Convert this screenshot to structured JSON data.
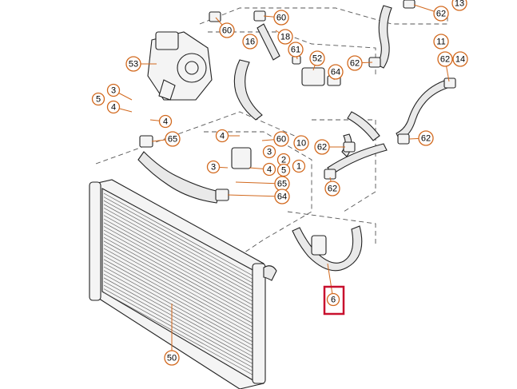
{
  "diagram": {
    "highlight_color": "#c8102e",
    "callout_color": "#d2691e",
    "callouts": [
      {
        "id": "c-13",
        "label": "13"
      },
      {
        "id": "c-60a",
        "label": "60"
      },
      {
        "id": "c-60b",
        "label": "60"
      },
      {
        "id": "c-16",
        "label": "16"
      },
      {
        "id": "c-18",
        "label": "18"
      },
      {
        "id": "c-61",
        "label": "61"
      },
      {
        "id": "c-52",
        "label": "52"
      },
      {
        "id": "c-62a",
        "label": "62"
      },
      {
        "id": "c-62b",
        "label": "62"
      },
      {
        "id": "c-11",
        "label": "11"
      },
      {
        "id": "c-62c",
        "label": "62"
      },
      {
        "id": "c-14",
        "label": "14"
      },
      {
        "id": "c-53",
        "label": "53"
      },
      {
        "id": "c-64a",
        "label": "64"
      },
      {
        "id": "c-3a",
        "label": "3"
      },
      {
        "id": "c-5a",
        "label": "5"
      },
      {
        "id": "c-4a",
        "label": "4"
      },
      {
        "id": "c-4b",
        "label": "4"
      },
      {
        "id": "c-65a",
        "label": "65"
      },
      {
        "id": "c-4c",
        "label": "4"
      },
      {
        "id": "c-60c",
        "label": "60"
      },
      {
        "id": "c-3b",
        "label": "3"
      },
      {
        "id": "c-2",
        "label": "2"
      },
      {
        "id": "c-1",
        "label": "1"
      },
      {
        "id": "c-5b",
        "label": "5"
      },
      {
        "id": "c-3c",
        "label": "3"
      },
      {
        "id": "c-4d",
        "label": "4"
      },
      {
        "id": "c-65b",
        "label": "65"
      },
      {
        "id": "c-64b",
        "label": "64"
      },
      {
        "id": "c-10",
        "label": "10"
      },
      {
        "id": "c-62d",
        "label": "62"
      },
      {
        "id": "c-62e",
        "label": "62"
      },
      {
        "id": "c-62f",
        "label": "62"
      },
      {
        "id": "c-50",
        "label": "50"
      },
      {
        "id": "c-6",
        "label": "6"
      }
    ],
    "icons": [
      "radiator-icon",
      "hose-icon",
      "coolant-pump-icon",
      "valve-icon",
      "clamp-icon"
    ]
  }
}
